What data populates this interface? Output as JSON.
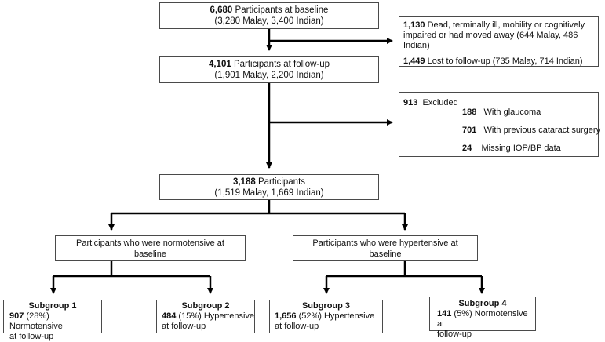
{
  "baseline": {
    "count": "6,680",
    "label": "Participants at baseline",
    "detail": "(3,280 Malay, 3,400 Indian)"
  },
  "attrition": {
    "dead": {
      "count": "1,130",
      "text1": "Dead, terminally ill, mobility or cognitively",
      "text2": "impaired or had moved away (644 Malay, 486 Indian)"
    },
    "lost": {
      "count": "1,449",
      "text": "Lost to follow-up (735 Malay, 714 Indian)"
    }
  },
  "followup": {
    "count": "4,101",
    "label": "Participants at follow-up",
    "detail": "(1,901 Malay, 2,200 Indian)"
  },
  "excluded": {
    "count": "913",
    "label": "Excluded",
    "items": [
      {
        "count": "188",
        "text": "With glaucoma"
      },
      {
        "count": "701",
        "text": "With previous cataract surgery"
      },
      {
        "count": "24",
        "text": "Missing IOP/BP data"
      }
    ]
  },
  "final": {
    "count": "3,188",
    "label": "Participants",
    "detail": "(1,519 Malay, 1,669 Indian)"
  },
  "groups": {
    "normotensive": {
      "line1": "Participants who were normotensive at",
      "line2": "baseline"
    },
    "hypertensive": {
      "line1": "Participants who were hypertensive at",
      "line2": "baseline"
    }
  },
  "subgroups": [
    {
      "title": "Subgroup 1",
      "count": "907",
      "text1": "(28%) Normotensive",
      "text2": "at follow-up"
    },
    {
      "title": "Subgroup 2",
      "count": "484",
      "text1": "(15%) Hypertensive",
      "text2": "at follow-up"
    },
    {
      "title": "Subgroup 3",
      "count": "1,656",
      "text1": "(52%) Hypertensive",
      "text2": "at follow-up"
    },
    {
      "title": "Subgroup 4",
      "count": "141",
      "text1": "(5%) Normotensive at",
      "text2": "follow-up"
    }
  ]
}
